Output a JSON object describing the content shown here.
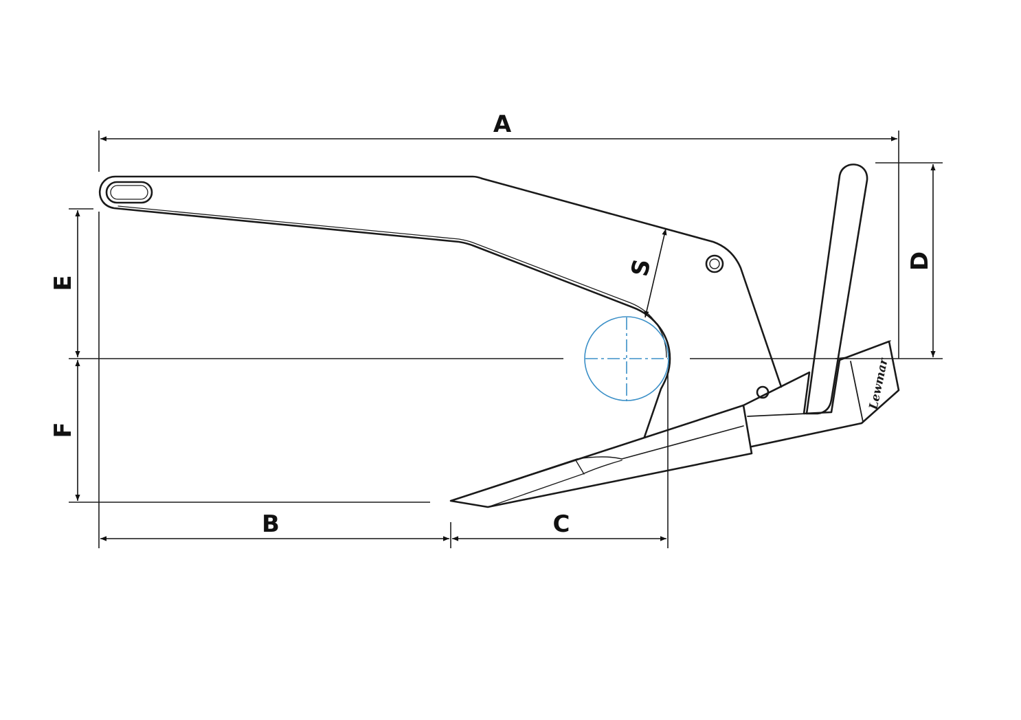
{
  "colors": {
    "outline": "#1a1a1a",
    "dimension": "#111111",
    "shank_circle": "#3a8fc7"
  },
  "dimensions": {
    "a": "A",
    "b": "B",
    "c": "C",
    "d": "D",
    "e": "E",
    "f": "F",
    "s": "S"
  },
  "logo": {
    "text": "Lewmar"
  }
}
